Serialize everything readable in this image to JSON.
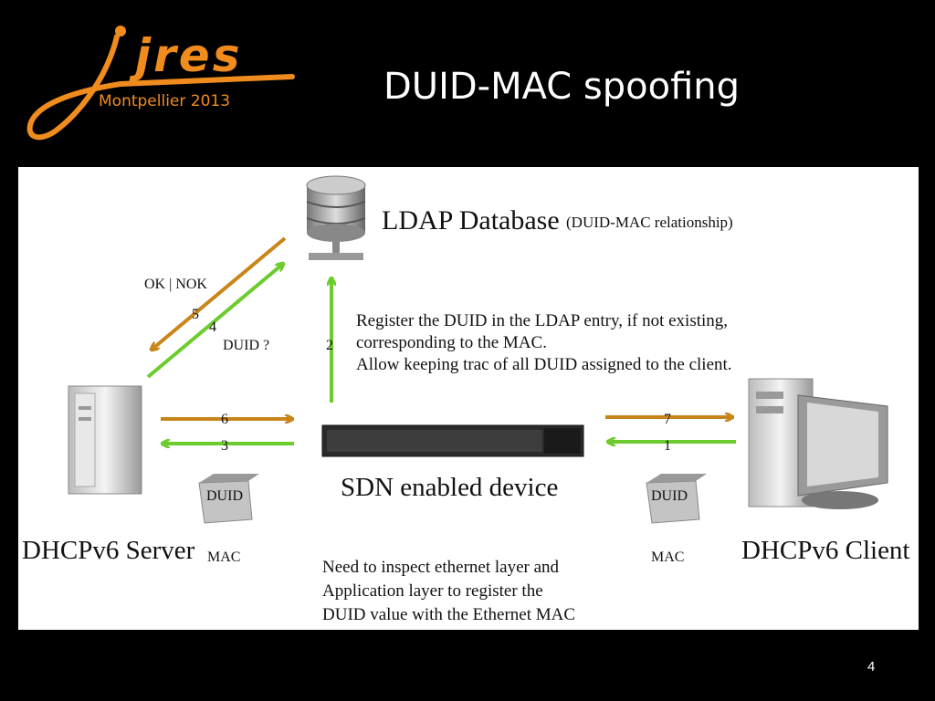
{
  "logo": {
    "brand": "jres",
    "subtitle": "Montpellier 2013"
  },
  "slide": {
    "title": "DUID-MAC spoofing",
    "page_number": "4"
  },
  "colors": {
    "orange_arrow": "#c8861a",
    "green_arrow": "#6ccc2e",
    "logo_orange": "#f08c1e"
  },
  "diagram": {
    "ldap": {
      "label": "LDAP Database",
      "sub_label": "(DUID-MAC relationship)",
      "icon": "database-icon"
    },
    "ok_nok": "OK | NOK",
    "steps": {
      "s1": "1",
      "s2": "2",
      "s3": "3",
      "s4": "4",
      "s5": "5",
      "s6": "6",
      "s7": "7"
    },
    "duid_query": "DUID ?",
    "register_text": [
      "Register the DUID in the LDAP entry, if not existing,",
      "corresponding to the MAC.",
      "Allow keeping trac of all DUID assigned to the client."
    ],
    "server": {
      "label": "DHCPv6 Server",
      "mac": "MAC",
      "duid": "DUID",
      "icon": "server-tower-icon"
    },
    "client": {
      "label": "DHCPv6 Client",
      "mac": "MAC",
      "duid": "DUID",
      "icon": "desktop-computer-icon"
    },
    "switch": {
      "label": "SDN enabled device",
      "icon": "network-switch-icon"
    },
    "inspect_text": [
      "Need to inspect ethernet layer and",
      "Application layer to register the",
      "DUID value with the Ethernet MAC"
    ]
  }
}
